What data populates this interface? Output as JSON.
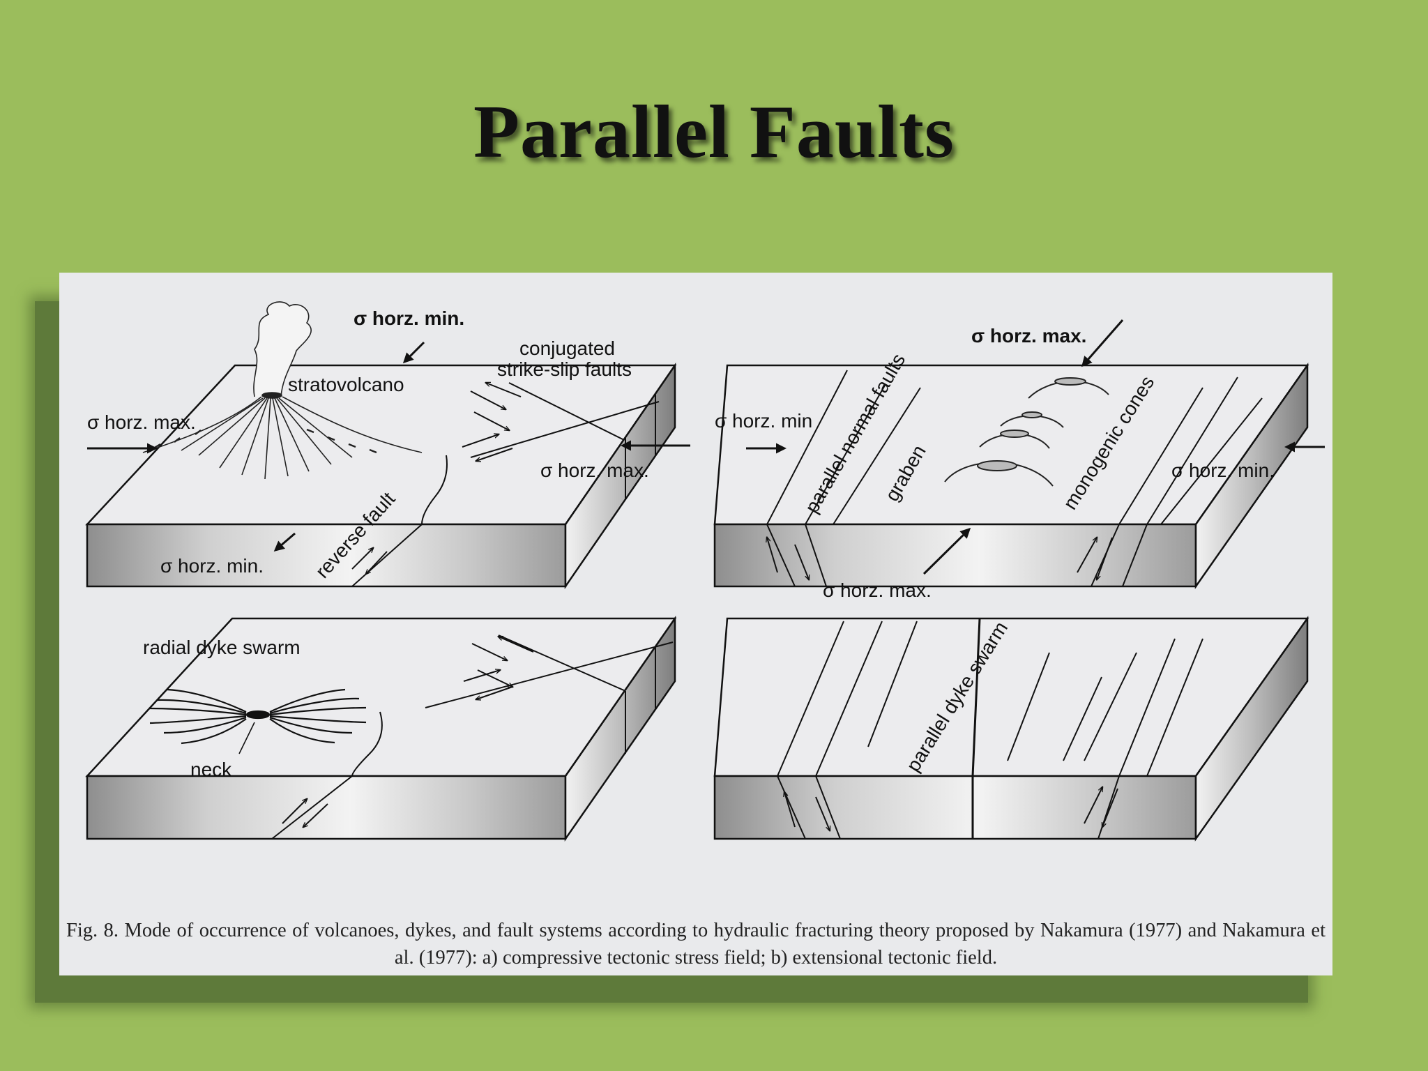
{
  "slide": {
    "title": "Parallel Faults"
  },
  "figure": {
    "caption": "Fig. 8. Mode of occurrence of volcanoes, dykes, and fault systems according to hydraulic fracturing theory proposed by Nakamura (1977) and Nakamura et al. (1977): a) compressive tectonic stress field; b) extensional tectonic field.",
    "labels": {
      "horz_min_top": "σ horz. min.",
      "stratovolcano": "stratovolcano",
      "conjugated": "conjugated",
      "strike_slip": "strike-slip faults",
      "horz_max_left": "σ horz. max.",
      "horz_max_right": "σ horz. max.",
      "reverse_fault": "reverse fault",
      "horz_min_bottom": "σ horz. min.",
      "radial_dyke_swarm": "radial dyke swarm",
      "neck": "neck",
      "horz_max_top_b": "σ horz. max.",
      "horz_min_left_b": "σ horz. min",
      "parallel_normal_faults": "parallel normal faults",
      "graben": "graben",
      "monogenic_cones": "monogenic cones",
      "horz_min_right_b": "σ horz. min.",
      "horz_max_bottom_b": "σ horz. max.",
      "parallel_dyke_swarm": "parallel dyke swarm"
    }
  },
  "colors": {
    "background": "#9bbd5c",
    "figure_bg": "#e9eaec",
    "shadow": "#5e7a3a"
  }
}
